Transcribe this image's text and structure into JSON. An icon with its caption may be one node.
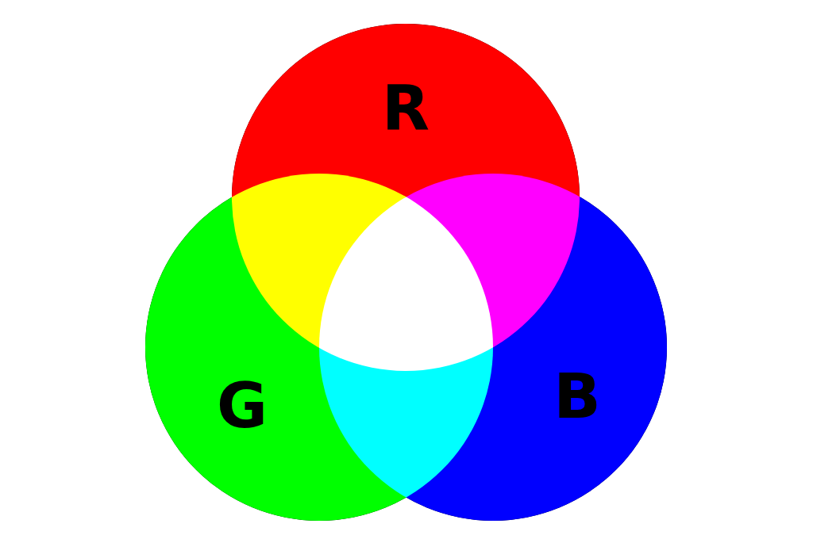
{
  "diagram": {
    "nodes": [
      {
        "text": [
          "R"
        ]
      },
      {
        "text": [
          "G"
        ]
      },
      {
        "text": [
          "B"
        ]
      }
    ]
  }
}
